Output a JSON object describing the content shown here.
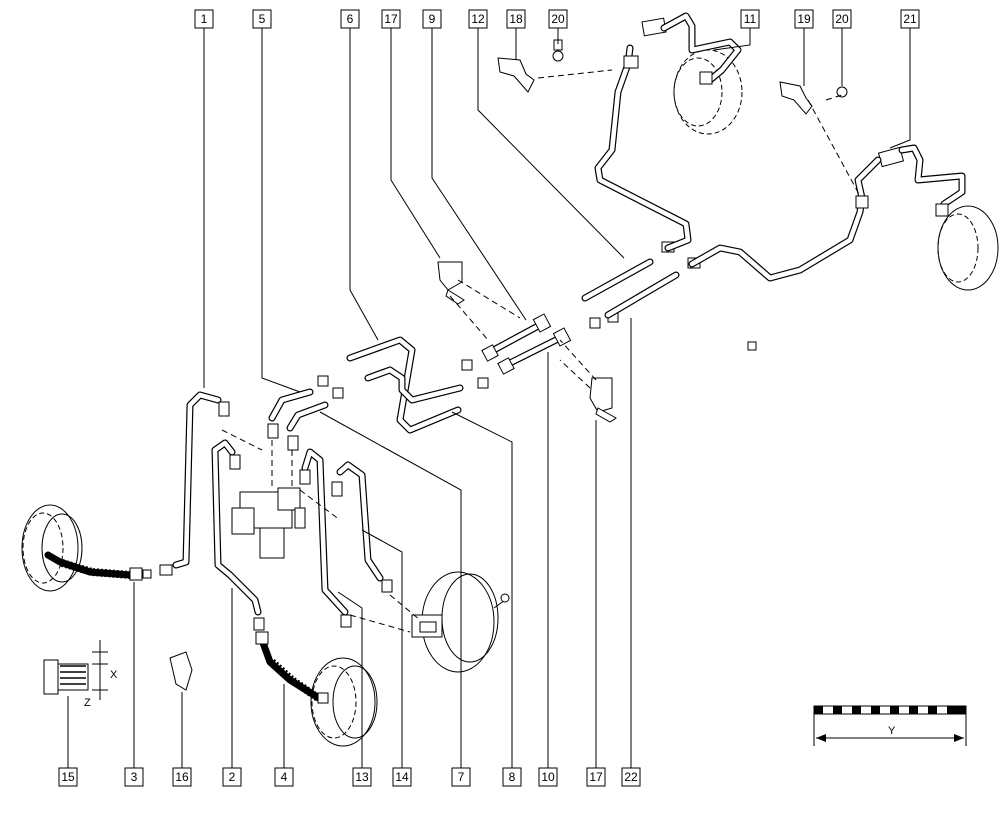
{
  "callouts_top": [
    "1",
    "5",
    "6",
    "17",
    "9",
    "12",
    "18",
    "20",
    "11",
    "19",
    "20",
    "21"
  ],
  "callouts_bottom": [
    "15",
    "3",
    "16",
    "2",
    "4",
    "13",
    "14",
    "7",
    "8",
    "10",
    "17",
    "22"
  ],
  "dimensions": {
    "x": "X",
    "z": "Z"
  },
  "scale_bar": {
    "label": "Y"
  }
}
